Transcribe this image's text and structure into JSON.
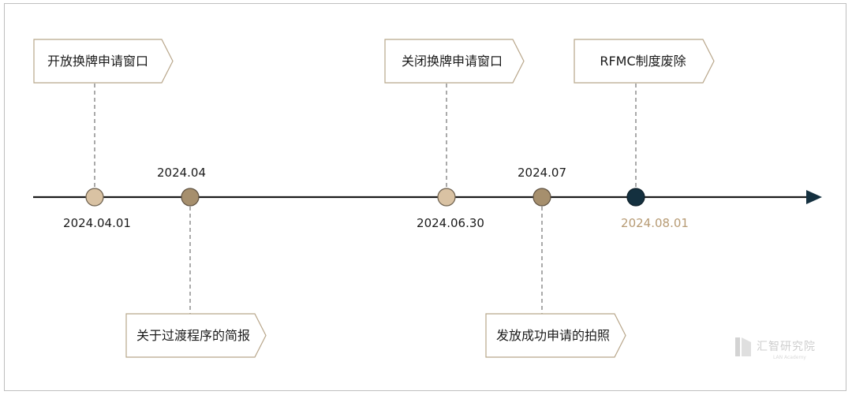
{
  "colors": {
    "axis": "#1c1c1c",
    "arrow": "#14303f",
    "tag_border": "#b8a68a",
    "connector": "#555555",
    "dot_light": "#d9c2a3",
    "dot_mid": "#a68f6d",
    "dot_dark": "#14303f",
    "accent_text": "#b79b74"
  },
  "events": [
    {
      "date": "2024.04.01",
      "tag": "开放换牌申请窗口",
      "dot": "light"
    },
    {
      "date": "2024.04",
      "tag": "关于过渡程序的简报",
      "dot": "mid"
    },
    {
      "date": "2024.06.30",
      "tag": "关闭换牌申请窗口",
      "dot": "light"
    },
    {
      "date": "2024.07",
      "tag": "发放成功申请的拍照",
      "dot": "mid"
    },
    {
      "date": "2024.08.01",
      "tag": "RFMC制度废除",
      "dot": "dark",
      "accent": true
    }
  ],
  "watermark": {
    "name": "汇智研究院",
    "sub": "LAN Academy",
    "icon": "building-logo-icon"
  }
}
